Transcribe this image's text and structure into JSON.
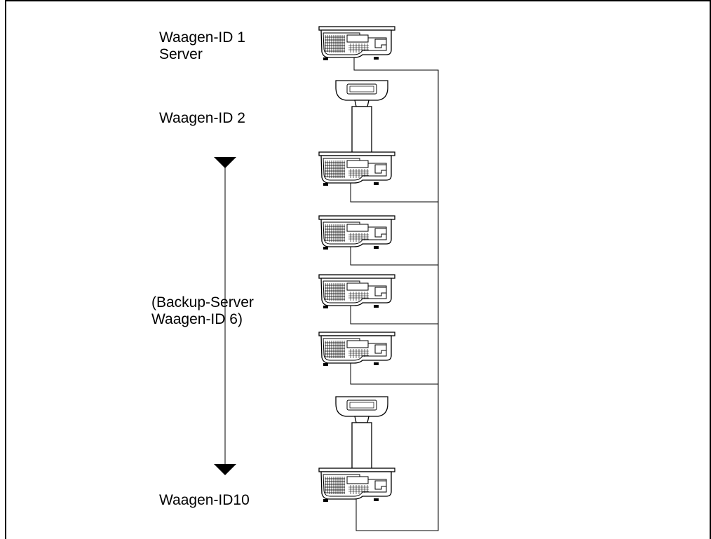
{
  "labels": {
    "id1_line1": "Waagen-ID 1",
    "id1_line2": "Server",
    "id2": "Waagen-ID 2",
    "backup_line1": "(Backup-Server",
    "backup_line2": "Waagen-ID 6)",
    "id10": "Waagen-ID10"
  },
  "diagram": {
    "scale_units": [
      {
        "name": "scale-1",
        "type": "counter"
      },
      {
        "name": "scale-2",
        "type": "pole-display"
      },
      {
        "name": "scale-3",
        "type": "counter"
      },
      {
        "name": "scale-4",
        "type": "counter"
      },
      {
        "name": "scale-5",
        "type": "counter"
      },
      {
        "name": "scale-10",
        "type": "pole-display"
      }
    ]
  }
}
